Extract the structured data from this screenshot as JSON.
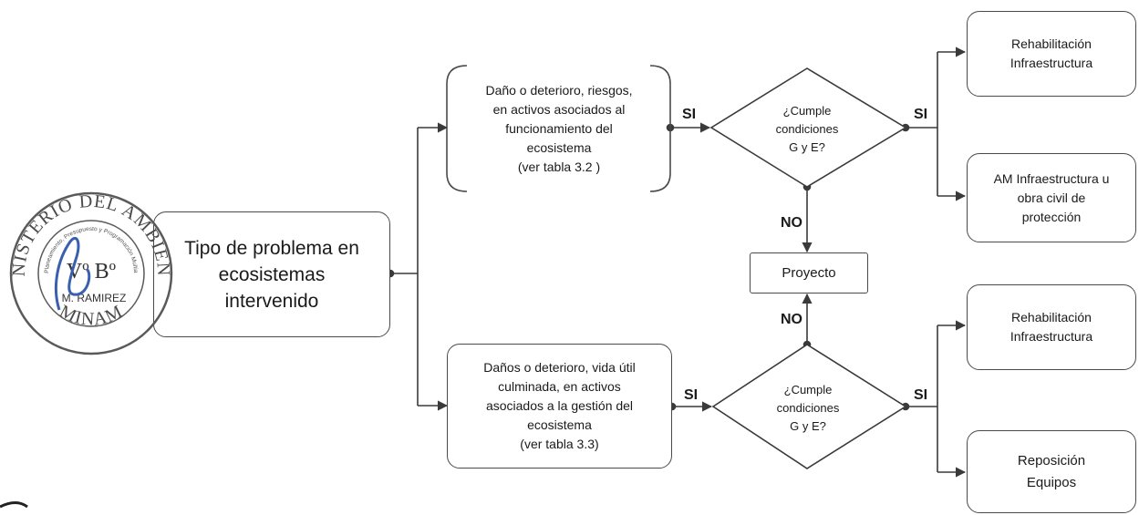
{
  "root": {
    "label": [
      "Tipo de problema en",
      "ecosistemas",
      "intervenido"
    ]
  },
  "branch_top": {
    "text": [
      "Daño o deterioro, riesgos,",
      "en activos asociados  al",
      "funcionamiento del",
      "ecosistema",
      "(ver tabla 3.2 )"
    ]
  },
  "branch_bottom": {
    "text": [
      "Daños o deterioro, vida útil",
      "culminada, en activos",
      "asociados a la gestión del",
      "ecosistema",
      "(ver tabla 3.3)"
    ]
  },
  "decision_top": {
    "text": [
      "¿Cumple",
      "condiciones",
      "G y E?"
    ]
  },
  "decision_bottom": {
    "text": [
      "¿Cumple",
      "condiciones",
      "G y E?"
    ]
  },
  "project": {
    "label": "Proyecto"
  },
  "outcomes": {
    "top_1": [
      "Rehabilitación",
      "Infraestructura"
    ],
    "top_2": [
      "AM Infraestructura u",
      "obra civil de",
      "protección"
    ],
    "bottom_1": [
      "Rehabilitación",
      "Infraestructura"
    ],
    "bottom_2": [
      "Reposición",
      "Equipos"
    ]
  },
  "labels": {
    "si": "SI",
    "no": "NO"
  },
  "seal": {
    "arc_text": "MINISTERIO DEL AMBIENTE",
    "bottom_text": "MINAM",
    "center": "Vº Bº",
    "name": "M. RAMIREZ",
    "inner_text": "Oficina General de Planeamiento, Presupuesto y Programación Multianual de Inversiones"
  },
  "colors": {
    "line": "#3a3a3a",
    "box_border": "#4a4a4a",
    "seal": "#5a5a5a",
    "signature": "#3a5fb0"
  }
}
